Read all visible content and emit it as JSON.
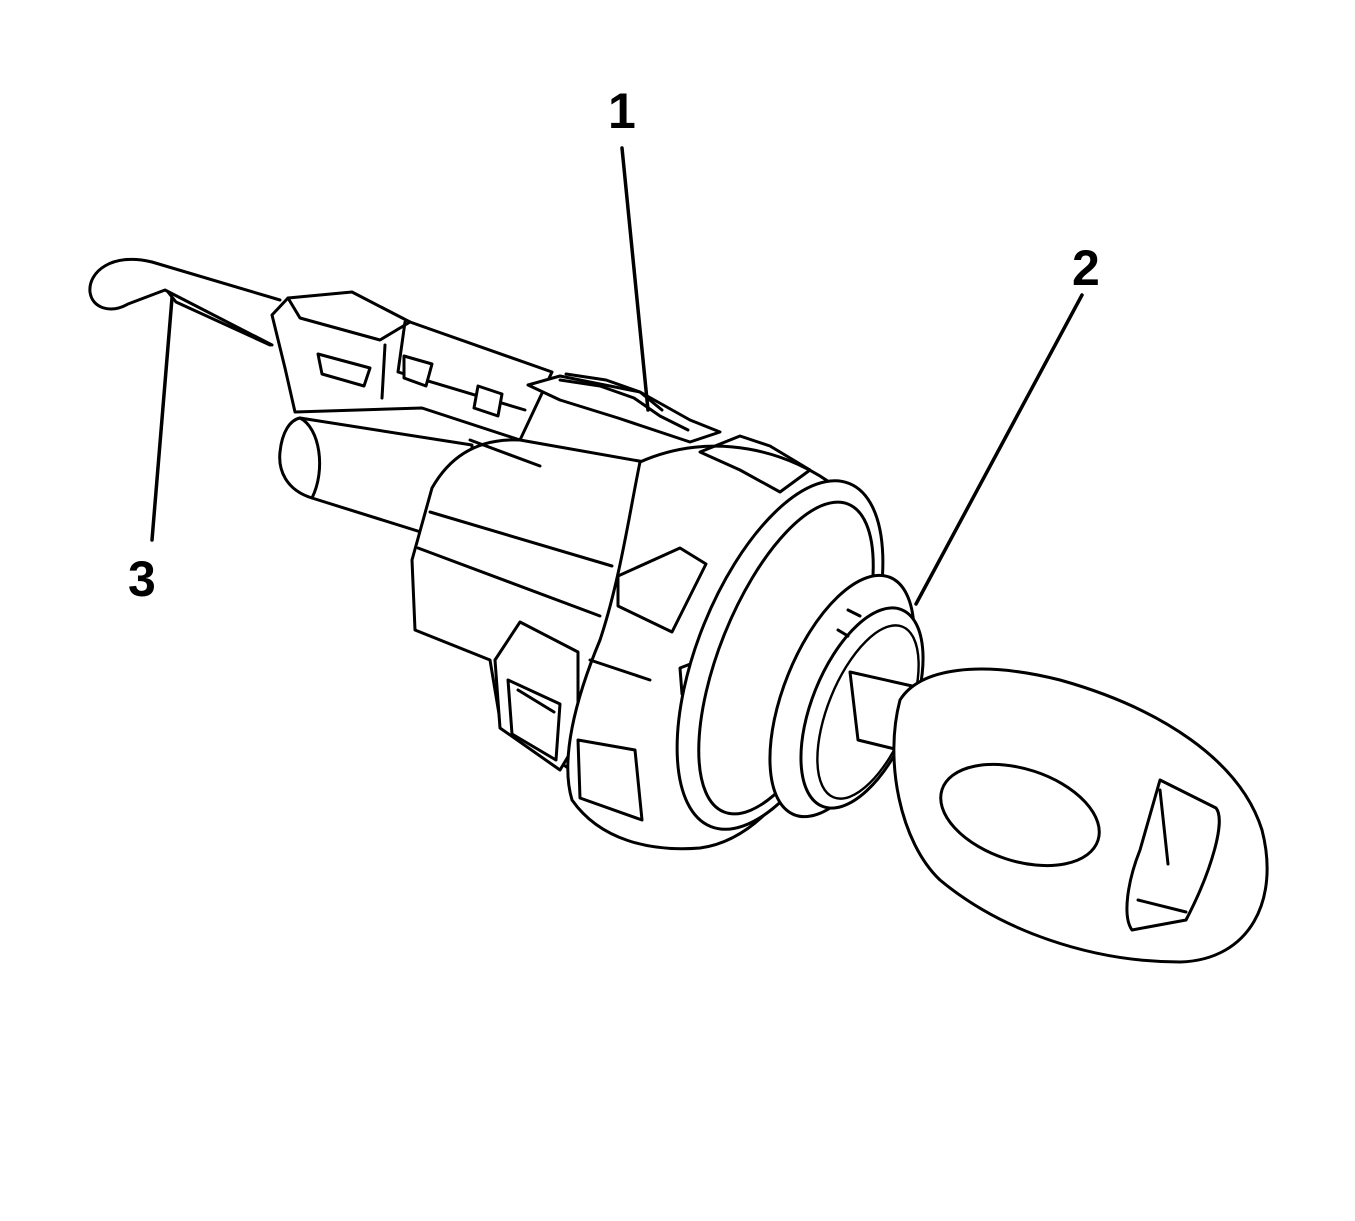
{
  "figure": {
    "callouts": [
      {
        "id": "1",
        "label": "1"
      },
      {
        "id": "2",
        "label": "2"
      },
      {
        "id": "3",
        "label": "3"
      }
    ],
    "colors": {
      "ink": "#000000",
      "paper": "#ffffff"
    }
  }
}
